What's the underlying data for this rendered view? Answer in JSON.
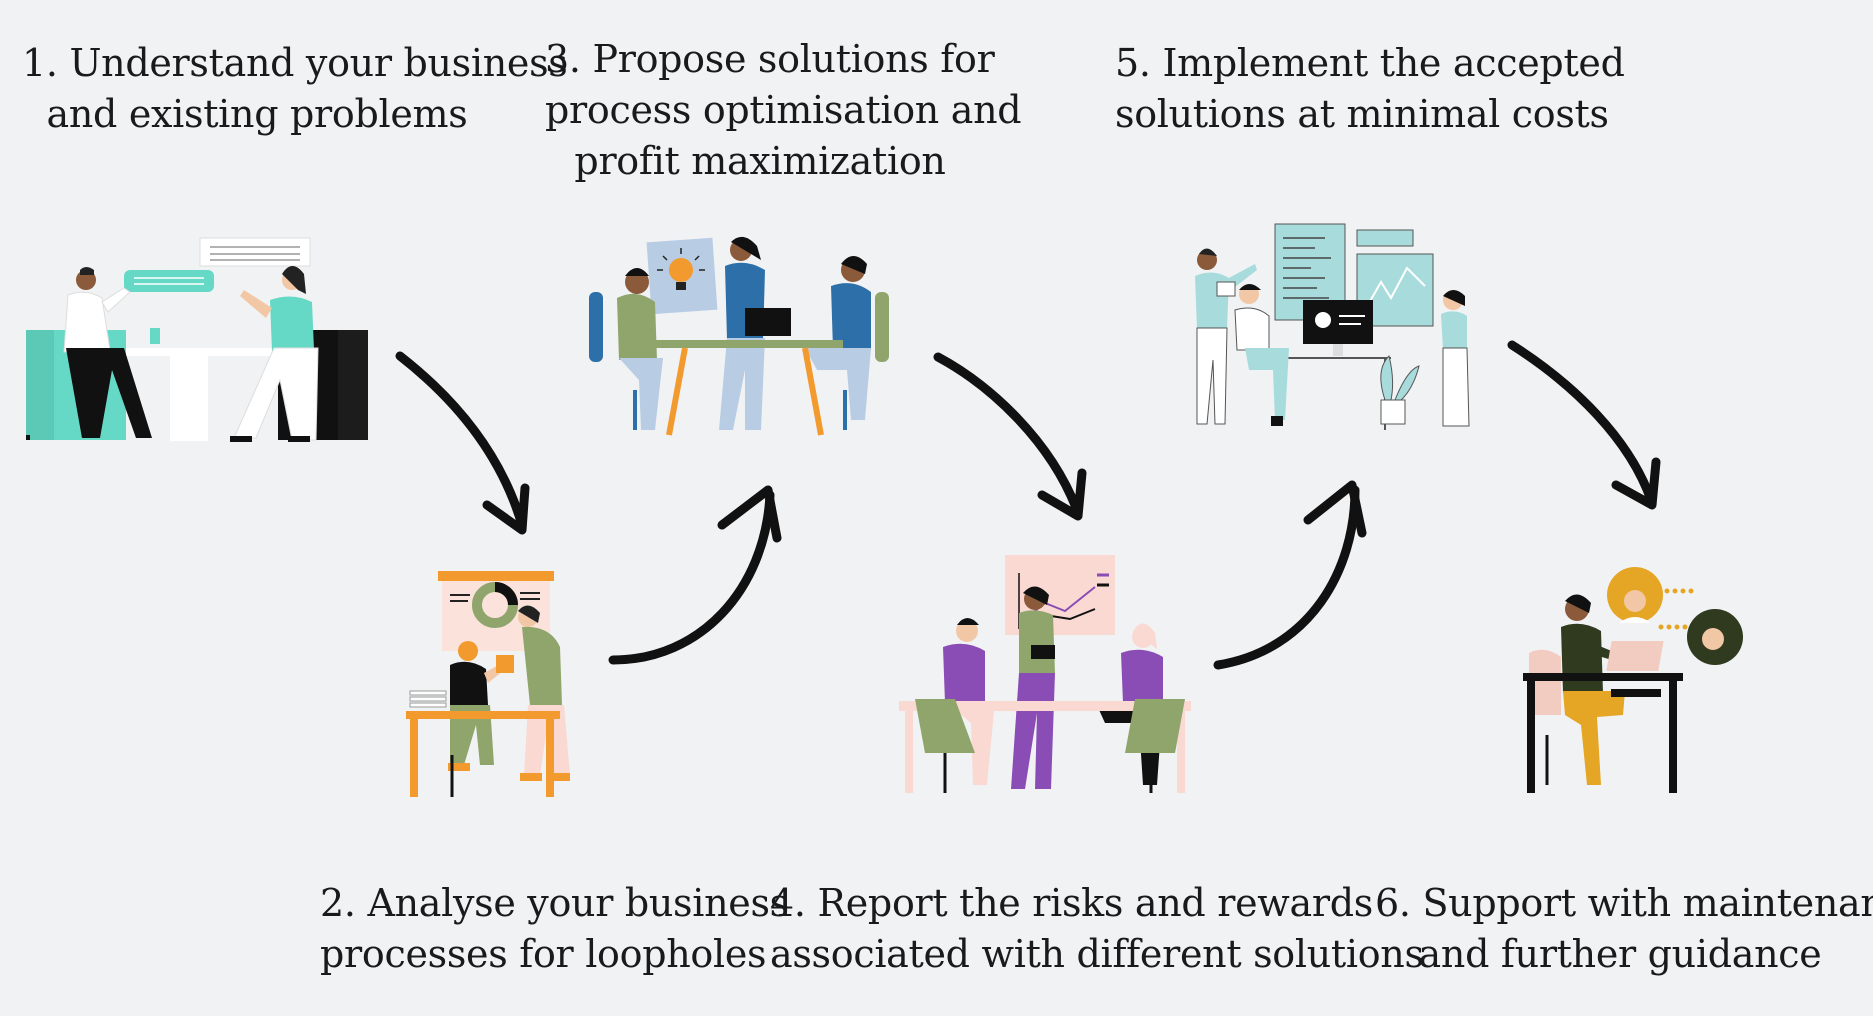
{
  "steps": [
    {
      "number": "1.",
      "text_line1": "Understand your business",
      "text_line2": "and existing problems",
      "text_line3": "",
      "illustration": "two-people-meeting-icon"
    },
    {
      "number": "2.",
      "text_line1": "Analyse your business",
      "text_line2": "processes for loopholes",
      "text_line3": "",
      "illustration": "desk-analysis-icon"
    },
    {
      "number": "3.",
      "text_line1": "Propose solutions for",
      "text_line2": "process optimisation and",
      "text_line3": "profit maximization",
      "illustration": "team-idea-icon"
    },
    {
      "number": "4.",
      "text_line1": "Report the risks and rewards",
      "text_line2": "associated with different solutions",
      "text_line3": "",
      "illustration": "team-report-icon"
    },
    {
      "number": "5.",
      "text_line1": "Implement the accepted",
      "text_line2": "solutions at minimal costs",
      "text_line3": "",
      "illustration": "dashboard-implementation-icon"
    },
    {
      "number": "6.",
      "text_line1": "Support with maintenance",
      "text_line2": "and further guidance",
      "text_line3": "",
      "illustration": "support-desk-icon"
    }
  ],
  "colors": {
    "background": "#f1f2f4",
    "arrow": "#111111",
    "teal": "#66d9c6",
    "orange": "#f29a2e",
    "purple": "#8a4cb5",
    "sage": "#8fa56c",
    "blue": "#2d6fa8",
    "gold": "#e6a625"
  }
}
